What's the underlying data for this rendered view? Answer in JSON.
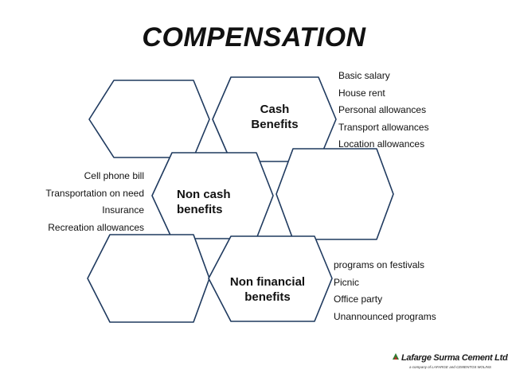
{
  "title": "COMPENSATION",
  "hexagons": [
    {
      "id": "cash",
      "lines": [
        "Cash",
        "Benefits"
      ]
    },
    {
      "id": "non-cash",
      "lines": [
        "Non cash",
        "benefits"
      ]
    },
    {
      "id": "non-financial",
      "lines": [
        "Non financial",
        "benefits"
      ]
    }
  ],
  "cash_items": [
    "Basic salary",
    "House rent",
    "Personal allowances",
    "Transport allowances",
    "Location allowances"
  ],
  "non_cash_items": [
    "Cell phone bill",
    "Transportation on need",
    "Insurance",
    "Recreation allowances"
  ],
  "non_financial_items": [
    "programs on festivals",
    "Picnic",
    "Office party",
    "Unannounced programs"
  ],
  "logo": {
    "name": "Lafarge Surma Cement Ltd.",
    "tagline": "a company of LAFARGE and CEMENTOS MOLINS"
  },
  "colors": {
    "hex_stroke": "#1f3a5f",
    "hex_fill": "#ffffff",
    "text": "#111111"
  }
}
